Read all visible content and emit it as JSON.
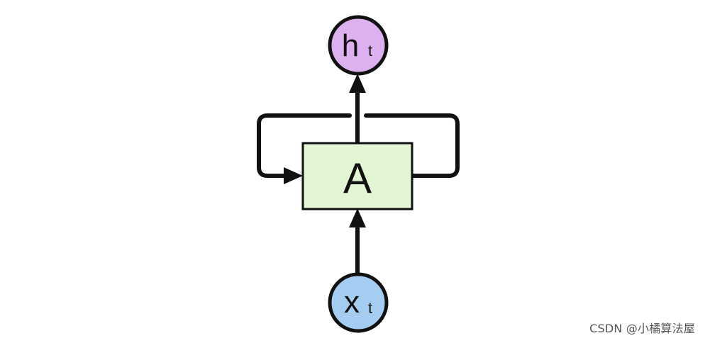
{
  "diagram": {
    "output_node": {
      "label": "h",
      "subscript": "t",
      "fill": "#ddb0ef"
    },
    "cell_node": {
      "label": "A",
      "fill": "#e2f6d5"
    },
    "input_node": {
      "label": "x",
      "subscript": "t",
      "fill": "#a4cdf1"
    },
    "stroke_color": "#111111"
  },
  "watermark": {
    "text": "CSDN @小橘算法屋"
  }
}
